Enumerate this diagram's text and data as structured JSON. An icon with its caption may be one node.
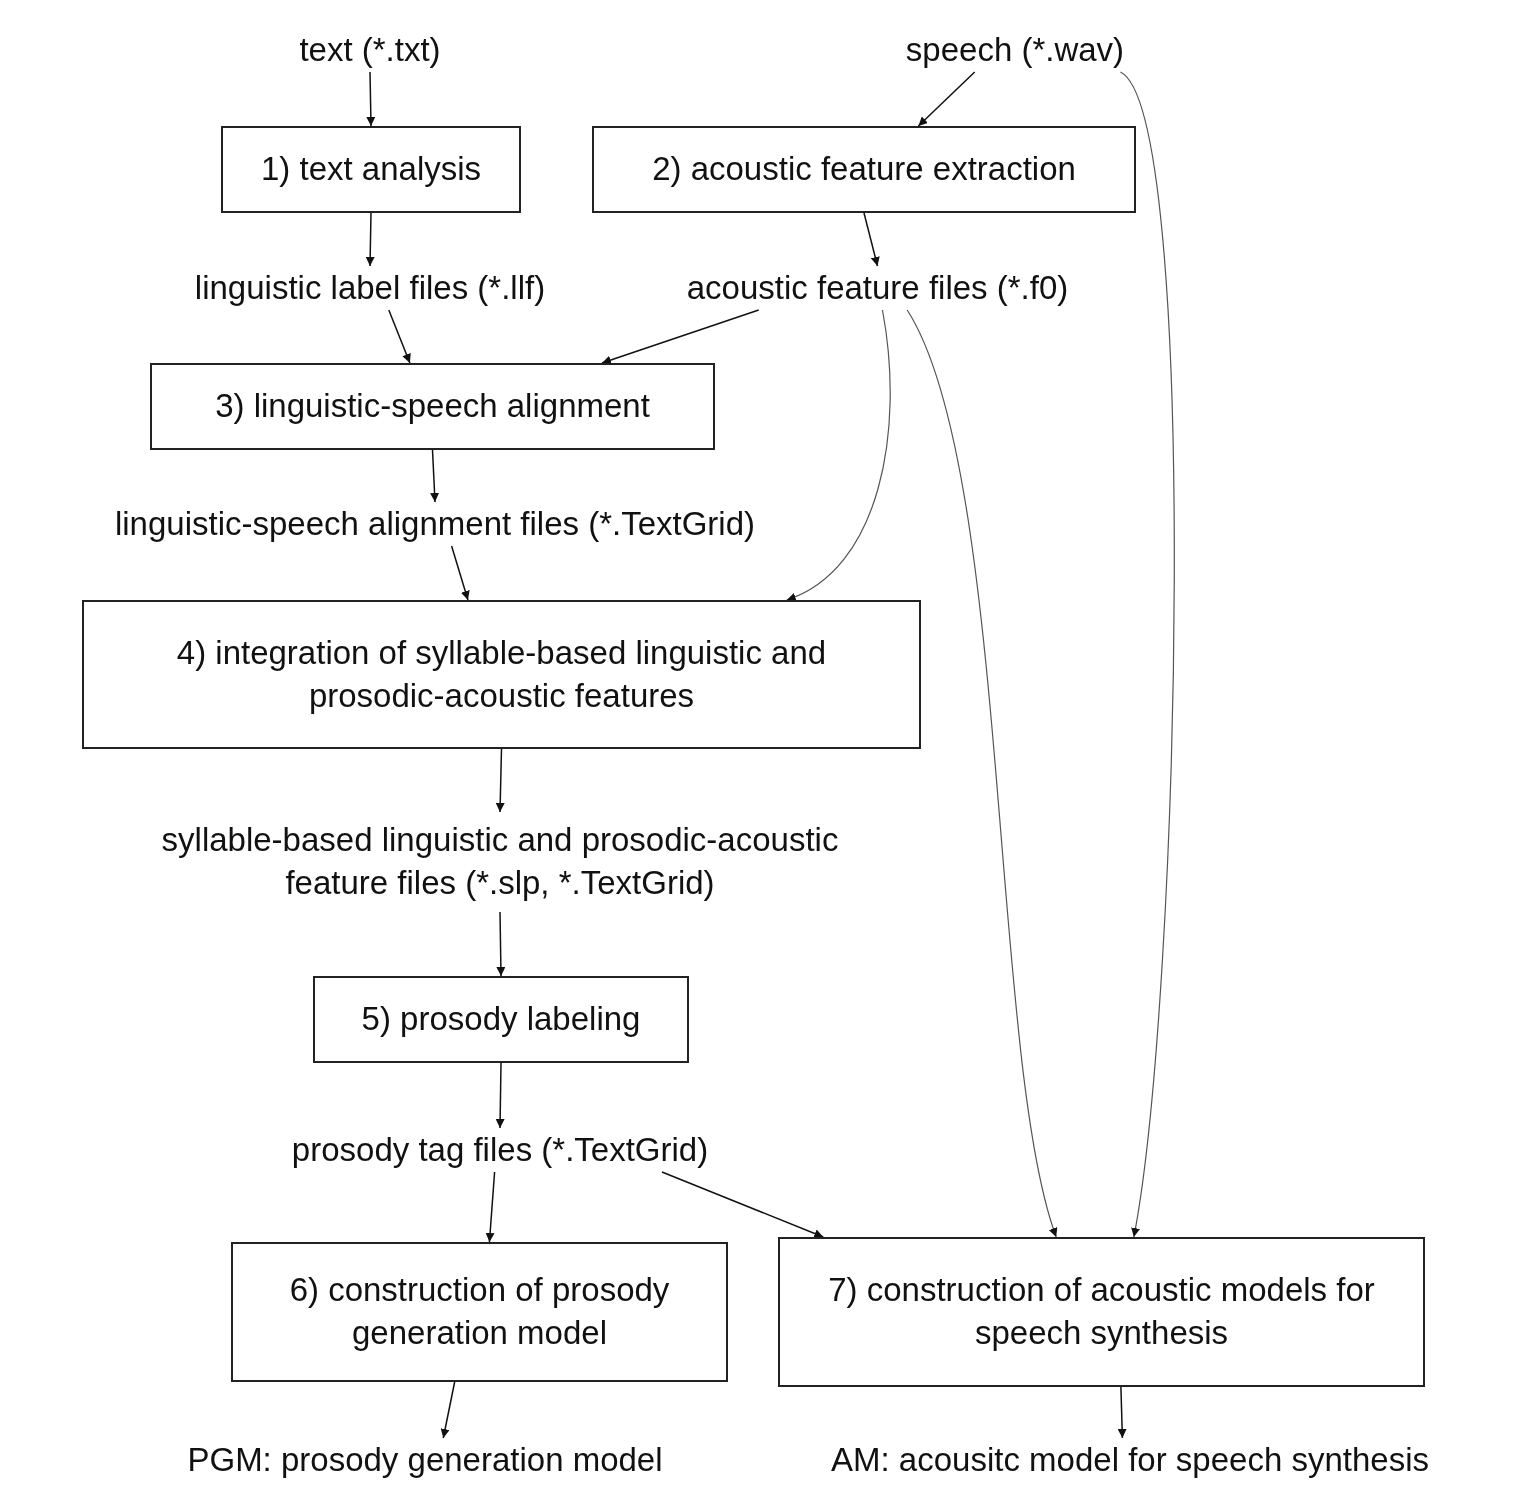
{
  "diagram": {
    "nodes": [
      {
        "text": [
          "text (*.txt)"
        ]
      },
      {
        "text": [
          "speech (*.wav)"
        ]
      },
      {
        "text": [
          "1) text analysis"
        ]
      },
      {
        "text": [
          "2) acoustic feature extraction"
        ]
      },
      {
        "text": [
          "linguistic label files (*.llf)"
        ]
      },
      {
        "text": [
          "acoustic feature files (*.f0)"
        ]
      },
      {
        "text": [
          "3) linguistic-speech alignment"
        ]
      },
      {
        "text": [
          "linguistic-speech alignment files (*.TextGrid)"
        ]
      },
      {
        "text": [
          "4) integration of syllable-based linguistic and prosodic-acoustic features"
        ]
      },
      {
        "text": [
          "syllable-based linguistic and prosodic-acoustic feature files (*.slp, *.TextGrid)"
        ]
      },
      {
        "text": [
          "5) prosody labeling"
        ]
      },
      {
        "text": [
          "prosody tag files (*.TextGrid)"
        ]
      },
      {
        "text": [
          "6) construction of prosody generation model"
        ]
      },
      {
        "text": [
          "7) construction of acoustic models for speech synthesis"
        ]
      },
      {
        "text": [
          "PGM: prosody generation model"
        ]
      },
      {
        "text": [
          "AM: acousitc model for speech synthesis"
        ]
      }
    ],
    "edges": [
      {
        "from": 0,
        "to": 2,
        "arrow": "to"
      },
      {
        "from": 1,
        "to": 3,
        "arrow": "to"
      },
      {
        "from": 2,
        "to": 4,
        "arrow": "to"
      },
      {
        "from": 3,
        "to": 5,
        "arrow": "to"
      },
      {
        "from": 4,
        "to": 6,
        "arrow": "to"
      },
      {
        "from": 5,
        "to": 6,
        "arrow": "to"
      },
      {
        "from": 6,
        "to": 7,
        "arrow": "to"
      },
      {
        "from": 5,
        "to": 8,
        "arrow": "to"
      },
      {
        "from": 5,
        "to": 13,
        "arrow": "to"
      },
      {
        "from": 1,
        "to": 13,
        "arrow": "to"
      },
      {
        "from": 7,
        "to": 8,
        "arrow": "to"
      },
      {
        "from": 8,
        "to": 9,
        "arrow": "to"
      },
      {
        "from": 9,
        "to": 10,
        "arrow": "to"
      },
      {
        "from": 10,
        "to": 11,
        "arrow": "to"
      },
      {
        "from": 11,
        "to": 12,
        "arrow": "to"
      },
      {
        "from": 11,
        "to": 13,
        "arrow": "to"
      },
      {
        "from": 12,
        "to": 14,
        "arrow": "to"
      },
      {
        "from": 13,
        "to": 15,
        "arrow": "to"
      }
    ]
  }
}
